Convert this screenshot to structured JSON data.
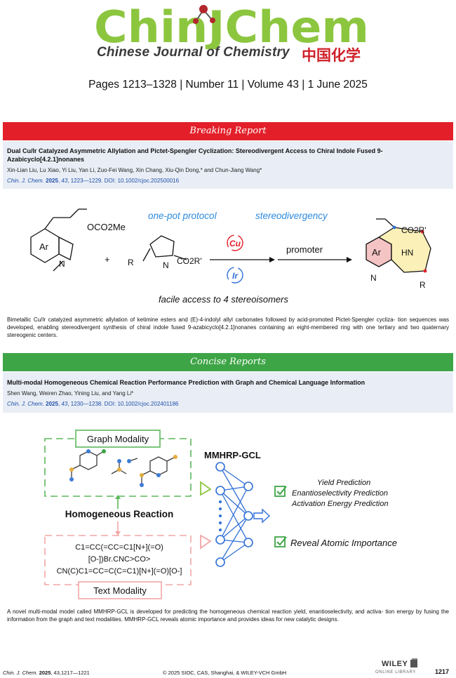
{
  "masthead": {
    "logo_text": "ChinJChem",
    "subtitle_en": "Chinese Journal of Chemistry",
    "subtitle_zh": "中国化学",
    "issue_line": "Pages 1213–1328 | Number 11 | Volume 43 | 1 June 2025"
  },
  "sections": [
    {
      "heading": "Breaking Report",
      "article": {
        "title": "Dual Cu/Ir Catalyzed Asymmetric Allylation and Pictet-Spengler Cyclization: Stereodivergent Access to Chiral Indole Fused 9-Azabicyclo[4.2.1]nonanes",
        "authors": "Xin-Lian Liu, Lu Xiao, Yi Liu, Yan Li, Zuo-Fei Wang, Xin Chang, Xiu-Qin Dong,* and Chun-Jiang Wang*",
        "cite_journal": "Chin. J. Chem.",
        "cite_year": "2025",
        "cite_volume": "43",
        "cite_rest": ", 1223—1229. DOI: 10.1002/cjoc.202500016",
        "summary": "Bimetallic Cu/Ir catalyzed asymmetric allylation of ketimine esters and (E)-4-indolyl allyl carbonates followed by acid-promoted Pictet-Spengler cycliza- tion sequences was developed, enabling stereodivergent synthesis of chiral indole fused 9-azabicyclo[4.2.1]nonanes containing an eight-membered ring with one tertiary and two quaternary stereogenic centers."
      },
      "graphic": {
        "label_onepot": "one-pot protocol",
        "label_stereo": "stereodivergency",
        "cu": "Cu",
        "ir": "Ir",
        "promoter": "promoter",
        "bottom_caption": "facile access to 4 stereoisomers",
        "ester_label": "OCO2Me",
        "co2r_label": "CO2R'",
        "co2r_label2": "CO2R'",
        "ar": "Ar",
        "ar2": "Ar",
        "r": "R",
        "r2": "R",
        "n1": "N",
        "n2": "N",
        "n3": "N",
        "hn": "HN",
        "plus": "+"
      }
    },
    {
      "heading": "Concise Reports",
      "article": {
        "title": "Multi-modal Homogeneous Chemical Reaction Performance Prediction with Graph and Chemical Language Information",
        "authors": "Shen Wang, Weiren Zhao, Yining Liu, and Yang Li*",
        "cite_journal": "Chin. J. Chem.",
        "cite_year": "2025",
        "cite_volume": "43",
        "cite_rest": ", 1230—1238. DOI: 10.1002/cjoc.202401186",
        "summary": "A novel multi-modal model called MMHRP-GCL is developed for predicting the homogeneous chemical reaction yield, enantioselectivity, and activa- tion energy by fusing the information from the graph and text modalities. MMHRP-GCL reveals atomic importance and provides ideas for new catalytic designs."
      },
      "graphic": {
        "graph_modality": "Graph Modality",
        "homogeneous_reaction": "Homogeneous Reaction",
        "smiles_1": "C1=CC(=CC=C1[N+](=O)",
        "smiles_2": "[O-])Br.CNC>CO>",
        "smiles_3": "CN(C)C1=CC=C(C=C1)[N+](=O)[O-]",
        "text_modality": "Text Modality",
        "model_name": "MMHRP-GCL",
        "pred_1": "Yield Prediction",
        "pred_2": "Enantioselectivity Prediction",
        "pred_3": "Activation Energy Prediction",
        "reveal": "Reveal Atomic Importance"
      }
    }
  ],
  "footer": {
    "left_journal": "Chin. J. Chem.",
    "left_year": "2025",
    "left_rest": ", 43,1217—1221",
    "center": "© 2025 SIOC, CAS, Shanghai, & WILEY-VCH GmbH",
    "wiley": "WILEY",
    "online_library": "ONLINE LIBRARY",
    "page_number": "1217"
  },
  "colors": {
    "logo_green": "#8cc63f",
    "breaking_red": "#e3202a",
    "concise_green": "#3ea546",
    "info_bg": "#e9eef6",
    "cite_blue": "#1f4fa8",
    "modality_green": "#5cb85c",
    "modality_pink": "#f2a6a6",
    "network_blue": "#2f6fd6"
  }
}
